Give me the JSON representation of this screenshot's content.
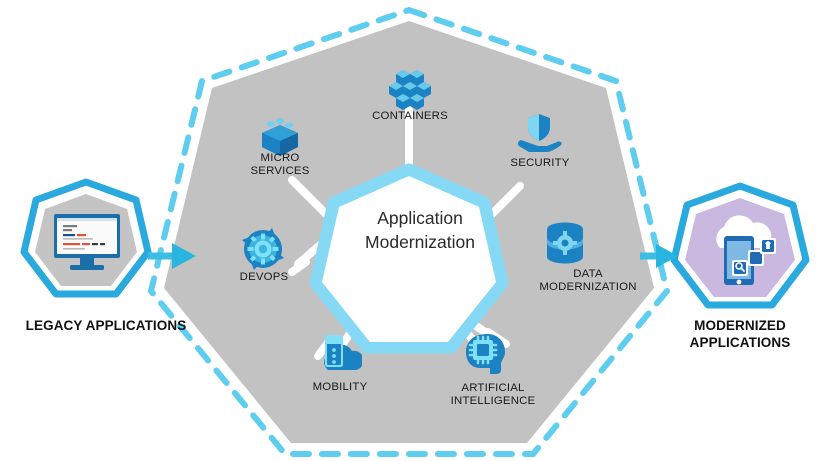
{
  "diagram": {
    "title": "Application Modernization",
    "type": "hub-and-spoke-heptagon",
    "colors": {
      "accent_cyan": "#4ec3e8",
      "dashed_border": "#5ecdee",
      "hub_fill": "#c2c2c2",
      "spoke_white": "#ffffff",
      "icon_blue": "#1b82c4",
      "icon_light_blue": "#39b6e4",
      "legacy_fill": "#c4c4c4",
      "modern_fill": "#c9b9e0",
      "label_dark": "#111111"
    }
  },
  "left_node": {
    "label": "LEGACY APPLICATIONS",
    "icon": "desktop-monitor-icon"
  },
  "right_node": {
    "label_line1": "MODERNIZED",
    "label_line2": "APPLICATIONS",
    "icon": "cloud-mobile-apps-icon"
  },
  "arrows": {
    "left_arrow": "arrow-right-icon",
    "right_arrow": "arrow-right-icon"
  },
  "hub": {
    "title_line1": "Application",
    "title_line2": "Modernization"
  },
  "spokes": [
    {
      "id": "containers",
      "label_line1": "CONTAINERS",
      "label_line2": "",
      "icon": "containers-icon"
    },
    {
      "id": "security",
      "label_line1": "SECURITY",
      "label_line2": "",
      "icon": "shield-hand-icon"
    },
    {
      "id": "data",
      "label_line1": "DATA",
      "label_line2": "MODERNIZATION",
      "icon": "database-gear-icon"
    },
    {
      "id": "ai",
      "label_line1": "ARTIFICIAL",
      "label_line2": "INTELLIGENCE",
      "icon": "ai-brain-chip-icon"
    },
    {
      "id": "mobility",
      "label_line1": "MOBILITY",
      "label_line2": "",
      "icon": "mobile-cloud-icon"
    },
    {
      "id": "devops",
      "label_line1": "DEVOPS",
      "label_line2": "",
      "icon": "devops-gear-arrows-icon"
    },
    {
      "id": "micro",
      "label_line1": "MICRO",
      "label_line2": "SERVICES",
      "icon": "lego-brick-icon"
    }
  ]
}
